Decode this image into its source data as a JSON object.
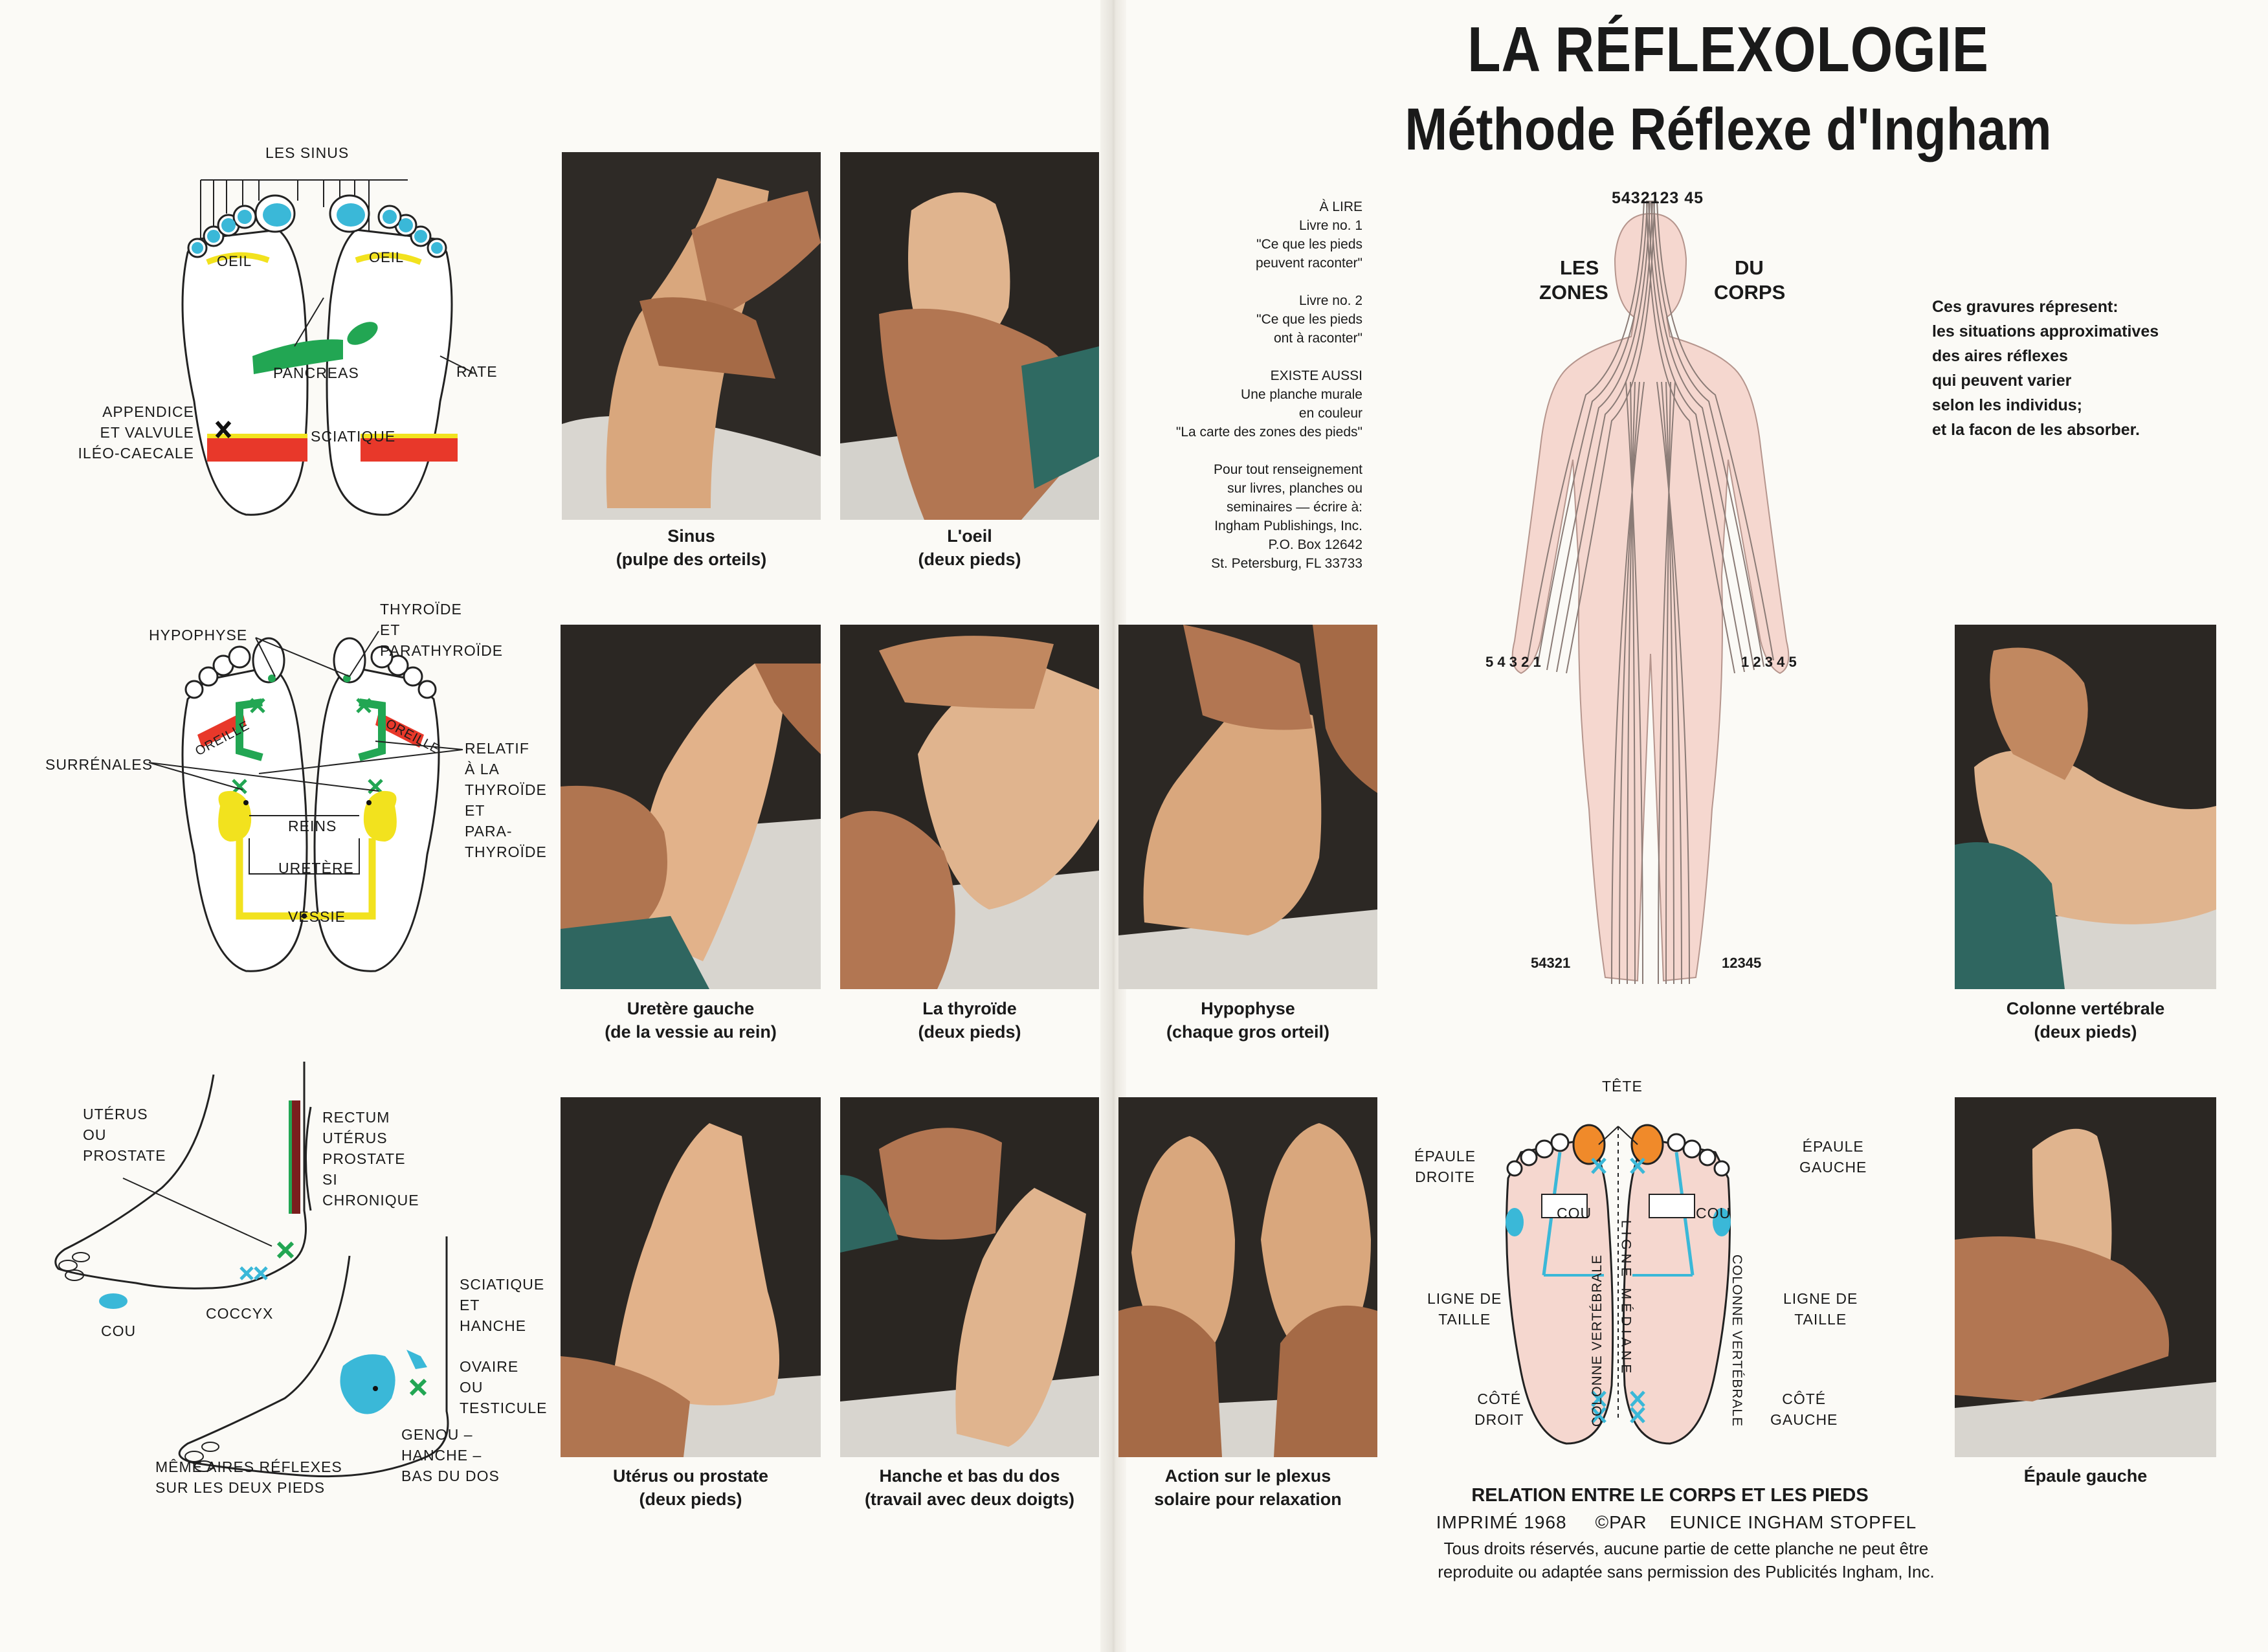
{
  "title": {
    "line1": "LA RÉFLEXOLOGIE",
    "line2": "Méthode Réflexe d'Ingham"
  },
  "diagram1": {
    "sinus": "LES SINUS",
    "oeil_l": "OEIL",
    "oeil_r": "OEIL",
    "pancreas": "PANCREAS",
    "rate": "RATE",
    "appendice": [
      "APPENDICE",
      "ET VALVULE",
      "ILÉO-CAECALE"
    ],
    "sciatique": "SCIATIQUE"
  },
  "diagram2": {
    "hypophyse": "HYPOPHYSE",
    "thyroide": [
      "THYROÏDE",
      "ET",
      "PARATHYROÏDE"
    ],
    "oreille_l": "OREILLE",
    "oreille_r": "OREILLE",
    "surrenales": "SURRÉNALES",
    "relatif": [
      "RELATIF",
      "À LA",
      "THYROÏDE",
      "ET",
      "PARA-",
      "THYROÏDE"
    ],
    "reins": "REINS",
    "uretere": "URETÈRE",
    "vessie": "VESSIE"
  },
  "diagram3": {
    "uterus": [
      "UTÉRUS",
      "OU",
      "PROSTATE"
    ],
    "rectum": [
      "RECTUM",
      "UTÉRUS",
      "PROSTATE",
      "SI",
      "CHRONIQUE"
    ],
    "cou": "COU",
    "coccyx": "COCCYX",
    "sciatique": [
      "SCIATIQUE",
      "ET",
      "HANCHE"
    ],
    "ovaire": [
      "OVAIRE",
      "OU",
      "TESTICULE"
    ],
    "genou": [
      "GENOU –",
      "HANCHE –",
      "BAS DU DOS"
    ],
    "meme": [
      "MÊME AIRES RÉFLEXES",
      "SUR LES DEUX PIEDS"
    ]
  },
  "captions": {
    "sinus": [
      "Sinus",
      "(pulpe des orteils)"
    ],
    "oeil": [
      "L'oeil",
      "(deux pieds)"
    ],
    "uretere": [
      "Uretère gauche",
      "(de la vessie au rein)"
    ],
    "thyroide": [
      "La thyroïde",
      "(deux pieds)"
    ],
    "hypophyse": [
      "Hypophyse",
      "(chaque gros orteil)"
    ],
    "colonne": [
      "Colonne vertébrale",
      "(deux pieds)"
    ],
    "uterus": [
      "Utérus ou prostate",
      "(deux pieds)"
    ],
    "hanche": [
      "Hanche et bas du dos",
      "(travail avec deux doigts)"
    ],
    "plexus": [
      "Action sur le plexus",
      "solaire pour relaxation"
    ],
    "epaule": [
      "Épaule gauche"
    ]
  },
  "reading": {
    "lines": [
      "À LIRE",
      "Livre no. 1",
      "\"Ce que les pieds",
      "peuvent raconter\"",
      "",
      "Livre no. 2",
      "\"Ce que les pieds",
      "ont à raconter\"",
      "",
      "EXISTE AUSSI",
      "Une planche murale",
      "en couleur",
      "\"La carte des zones des pieds\"",
      "",
      "Pour tout renseignement",
      "sur livres, planches ou",
      "seminaires — écrire à:",
      "Ingham Publishings, Inc.",
      "P.O. Box 12642",
      "St. Petersburg, FL 33733"
    ]
  },
  "body_zones": {
    "head_numbers": "5432123 45",
    "les": "LES",
    "zones": "ZONES",
    "du": "DU",
    "corps": "CORPS",
    "left_hand": [
      "5",
      "4",
      "3",
      "2",
      "1"
    ],
    "right_hand": [
      "1",
      "2",
      "3",
      "4",
      "5"
    ]
  },
  "engravings": [
    "Ces gravures répresent:",
    "les situations approximatives",
    "des aires réflexes",
    "qui peuvent varier",
    "selon les individus;",
    "et la facon de les absorber."
  ],
  "relation": {
    "tete": "TÊTE",
    "epaule_droite": [
      "ÉPAULE",
      "DROITE"
    ],
    "epaule_gauche": [
      "ÉPAULE",
      "GAUCHE"
    ],
    "cou_l": "COU",
    "cou_r": "COU",
    "ligne_taille_l": [
      "LIGNE DE",
      "TAILLE"
    ],
    "ligne_taille_r": [
      "LIGNE DE",
      "TAILLE"
    ],
    "cote_droit": [
      "CÔTÉ",
      "DROIT"
    ],
    "cote_gauche": [
      "CÔTÉ",
      "GAUCHE"
    ],
    "colonne": "COLONNE VERTÉBRALE",
    "ligne_mediane": "LIGNE MÉDIANE",
    "title": "RELATION ENTRE LE CORPS ET LES PIEDS"
  },
  "footer": {
    "imprime": "IMPRIMÉ 1968",
    "par": "©PAR",
    "author": "EUNICE INGHAM STOPFEL",
    "rights1": "Tous droits réservés, aucune partie de cette planche ne peut être",
    "rights2": "reproduite ou adaptée sans permission des Publicités Ingham, Inc."
  },
  "colors": {
    "cyan": "#3ab8d8",
    "green": "#22a653",
    "red": "#e8382a",
    "yellow": "#f2e21e",
    "orange": "#f08a2a",
    "skin": "#f5d7cf"
  }
}
